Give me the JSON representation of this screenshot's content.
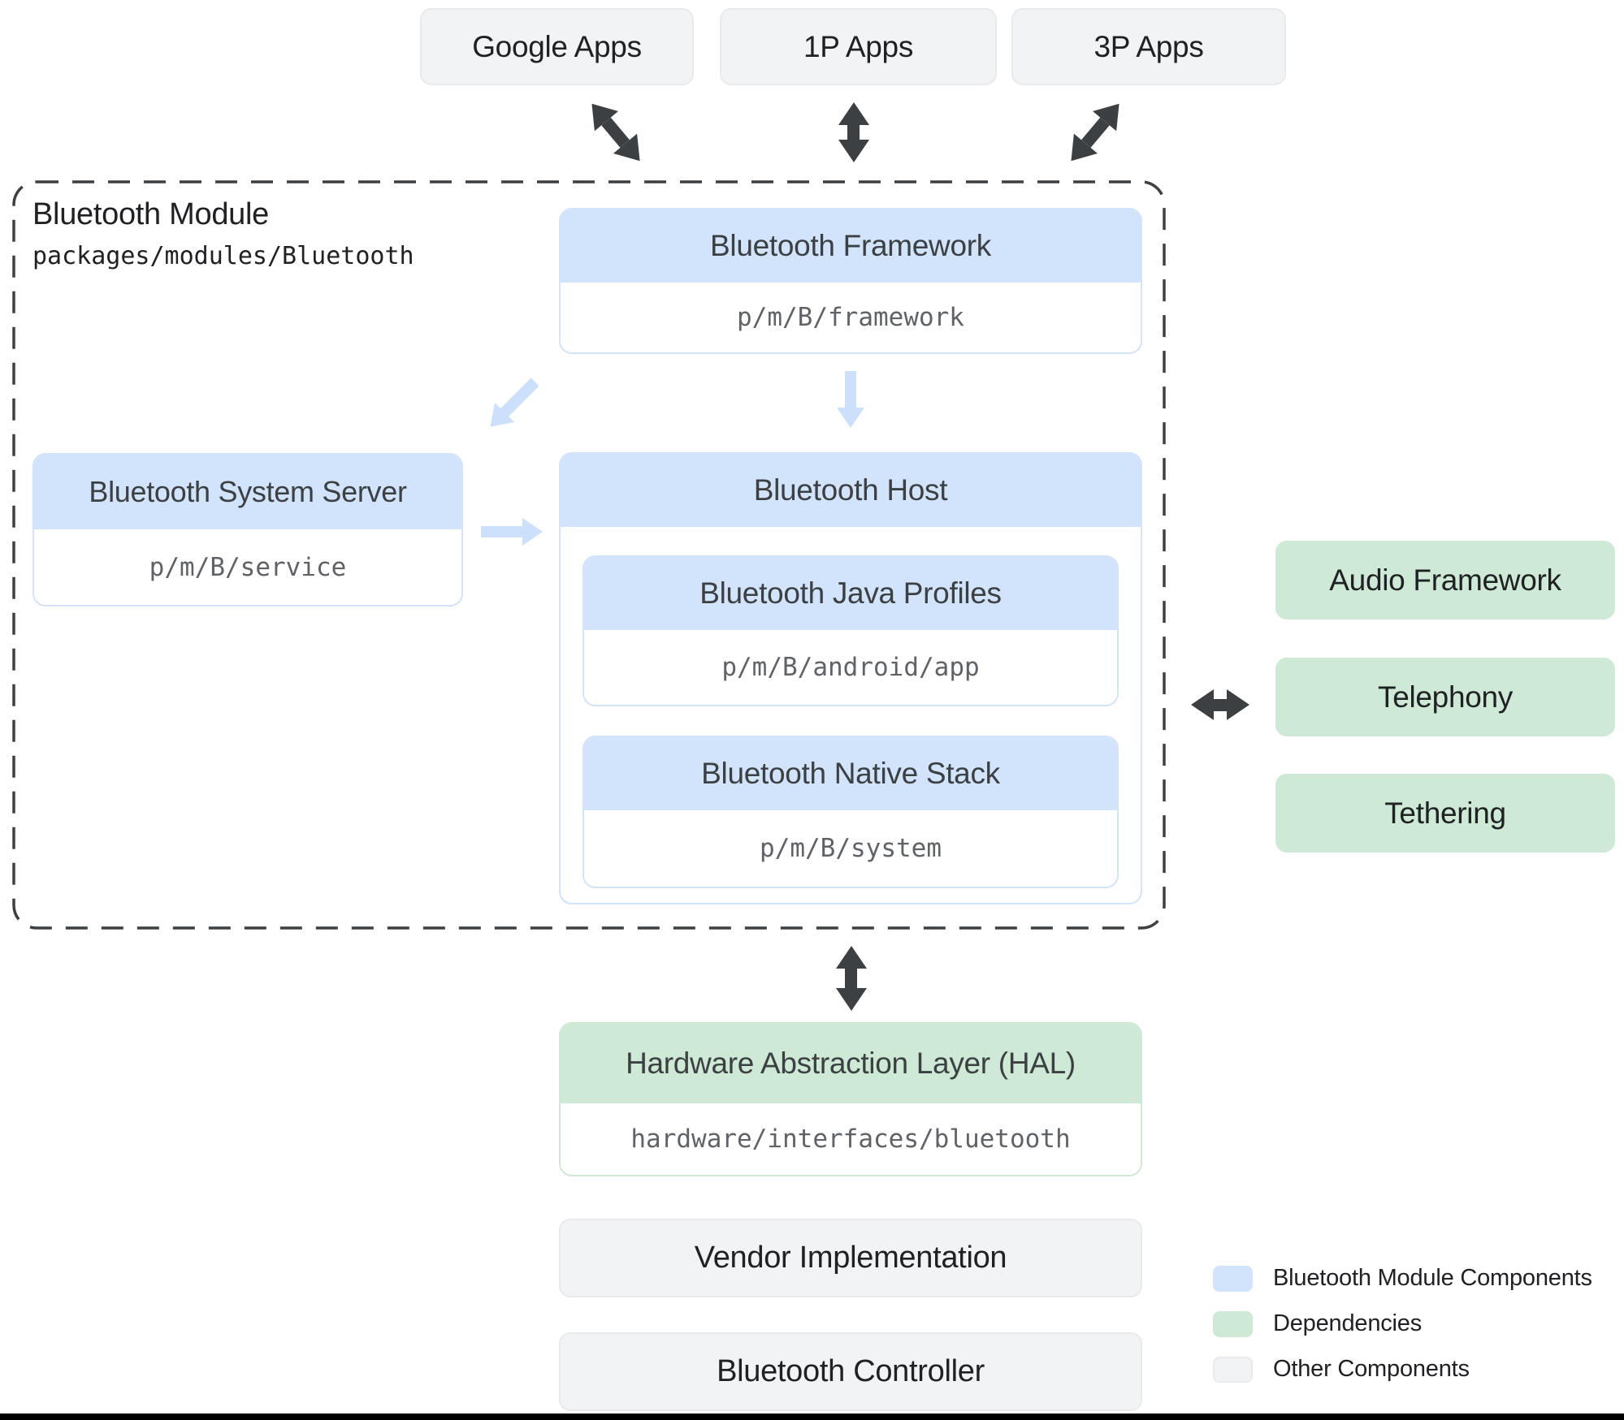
{
  "palette": {
    "blue_fill": "#d2e3fc",
    "green_fill": "#ceead6",
    "gray_fill": "#f1f3f4",
    "gray_border": "#e8eaed",
    "dark_arrow": "#3c4043",
    "blue_arrow": "#ccdffb",
    "header_text": "#3c4043",
    "mono_text": "#5f6368",
    "text_dark": "#202124"
  },
  "top_apps": [
    {
      "label": "Google Apps"
    },
    {
      "label": "1P Apps"
    },
    {
      "label": "3P Apps"
    }
  ],
  "module": {
    "title": "Bluetooth Module",
    "path": "packages/modules/Bluetooth",
    "framework": {
      "title": "Bluetooth Framework",
      "path": "p/m/B/framework"
    },
    "system_server": {
      "title": "Bluetooth System Server",
      "path": "p/m/B/service"
    },
    "host": {
      "title": "Bluetooth Host",
      "java_profiles": {
        "title": "Bluetooth Java Profiles",
        "path": "p/m/B/android/app"
      },
      "native_stack": {
        "title": "Bluetooth Native Stack",
        "path": "p/m/B/system"
      }
    }
  },
  "dependencies": [
    {
      "label": "Audio Framework"
    },
    {
      "label": "Telephony"
    },
    {
      "label": "Tethering"
    }
  ],
  "hal": {
    "title": "Hardware Abstraction Layer (HAL)",
    "path": "hardware/interfaces/bluetooth"
  },
  "other_components": [
    {
      "label": "Vendor Implementation"
    },
    {
      "label": "Bluetooth Controller"
    }
  ],
  "legend": [
    {
      "label": "Bluetooth Module Components",
      "color": "#d2e3fc"
    },
    {
      "label": "Dependencies",
      "color": "#ceead6"
    },
    {
      "label": "Other Components",
      "color": "#f1f3f4"
    }
  ],
  "arrows": [
    {
      "name": "google-apps-module",
      "style": "dark-bidirectional-diagonal"
    },
    {
      "name": "1p-apps-module",
      "style": "dark-bidirectional-vertical"
    },
    {
      "name": "3p-apps-module",
      "style": "dark-bidirectional-diagonal"
    },
    {
      "name": "framework-to-host",
      "style": "blue-down"
    },
    {
      "name": "framework-to-system-server",
      "style": "blue-diagonal-down-left"
    },
    {
      "name": "system-server-to-host",
      "style": "blue-right"
    },
    {
      "name": "module-to-dependencies",
      "style": "dark-bidirectional-horizontal"
    },
    {
      "name": "module-to-hal",
      "style": "dark-bidirectional-vertical"
    }
  ]
}
